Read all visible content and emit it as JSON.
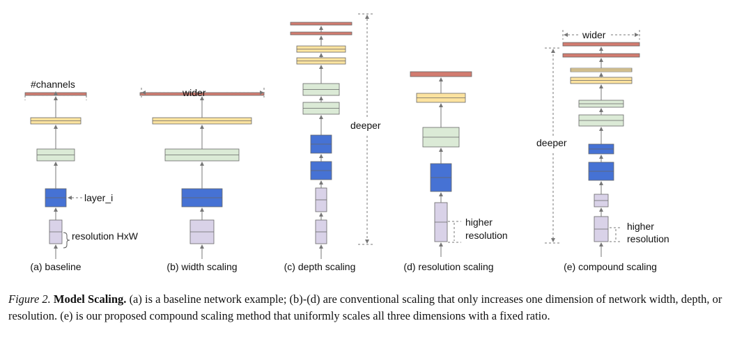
{
  "labels": {
    "channels": "#channels",
    "layer": "layer_i",
    "resolution_hw": "resolution HxW",
    "wider": "wider",
    "deeper": "deeper",
    "higher": "higher",
    "resolution": "resolution"
  },
  "panels": [
    {
      "label": "(a) baseline"
    },
    {
      "label": "(b) width scaling"
    },
    {
      "label": "(c) depth scaling"
    },
    {
      "label": "(d) resolution scaling"
    },
    {
      "label": "(e) compound scaling"
    }
  ],
  "caption": {
    "figure_label": "Figure 2.",
    "title": "Model Scaling.",
    "body": "(a) is a baseline network example; (b)-(d) are conventional scaling that only increases one dimension of network width, depth, or resolution. (e) is our proposed compound scaling method that uniformly scales all three dimensions with a fixed ratio."
  },
  "colors": {
    "output_layer": "#d27c70",
    "yellow_layer": "#fde39f",
    "green_layer": "#dbead6",
    "blue_layer": "#4672d4",
    "input_layer": "#d9d2e8",
    "arrow": "#777777",
    "dashed": "#777777"
  }
}
